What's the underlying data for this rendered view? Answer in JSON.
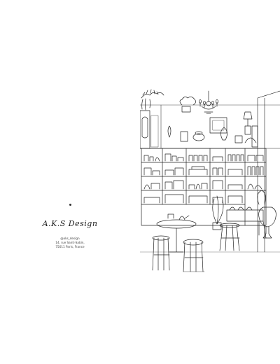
{
  "left_page": {
    "shop_name": "A.K.S Design",
    "handle": "@aks_design",
    "address_line1": "14, rue Saint-Sabin,",
    "address_line2": "75011 Paris, France"
  },
  "right_page": {
    "illustration": "line-drawing-shop-interior"
  }
}
